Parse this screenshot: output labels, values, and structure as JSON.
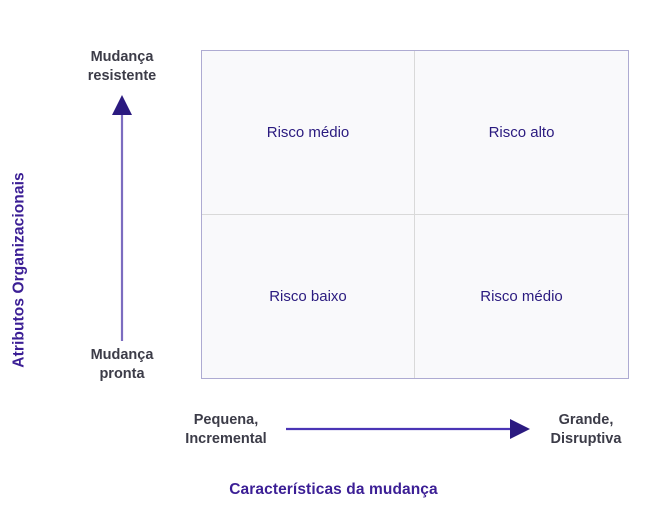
{
  "figure": {
    "name": "matriz-risco-mudanca",
    "background": "#ffffff"
  },
  "colors": {
    "accent_indigo": "#3b1e95",
    "quadrant_text": "#2a1a7f",
    "cap_text": "#3c3c48",
    "arrow_shaft": "#7c6cc0",
    "arrow_head": "#2b1a80",
    "grid_border": "#aeabd2",
    "grid_divider": "#d9d9d9",
    "quadrant_fill": "#f9f9fb"
  },
  "y_axis": {
    "title": "Atributos Organizacionais",
    "top_label": "Mudança\nresistente",
    "top_label_line1": "Mudança",
    "top_label_line2": "resistente",
    "bottom_label_line1": "Mudança",
    "bottom_label_line2": "pronta",
    "arrow_icon": "arrow-up-icon",
    "direction": "up"
  },
  "x_axis": {
    "title": "Características da mudança",
    "left_label_line1": "Pequena,",
    "left_label_line2": "Incremental",
    "right_label_line1": "Grande,",
    "right_label_line2": "Disruptiva",
    "arrow_icon": "arrow-right-icon",
    "direction": "right"
  },
  "chart_data": {
    "type": "table",
    "title": "",
    "xlabel": "Características da mudança",
    "ylabel": "Atributos Organizacionais",
    "x_categories": [
      "Pequena, Incremental",
      "Grande, Disruptiva"
    ],
    "y_categories": [
      "Mudança pronta",
      "Mudança resistente"
    ],
    "grid": true,
    "legend": "none",
    "cells": [
      {
        "row": "Mudança resistente",
        "col": "Pequena, Incremental",
        "position": "top-left",
        "value": "Risco médio"
      },
      {
        "row": "Mudança resistente",
        "col": "Grande, Disruptiva",
        "position": "top-right",
        "value": "Risco alto"
      },
      {
        "row": "Mudança pronta",
        "col": "Pequena, Incremental",
        "position": "bottom-left",
        "value": "Risco baixo"
      },
      {
        "row": "Mudança pronta",
        "col": "Grande, Disruptiva",
        "position": "bottom-right",
        "value": "Risco médio"
      }
    ]
  },
  "quadrants": {
    "top_left": "Risco médio",
    "top_right": "Risco alto",
    "bottom_left": "Risco baixo",
    "bottom_right": "Risco médio"
  }
}
